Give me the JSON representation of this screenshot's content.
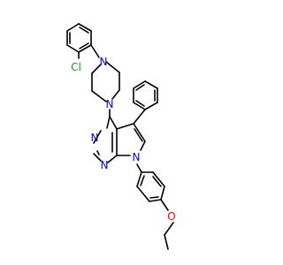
{
  "molecule": {
    "atoms": {
      "chlorine": "Cl",
      "piperazine_n_top": "N",
      "piperazine_n_bottom": "N",
      "pyrimidine_n3": "N",
      "pyrimidine_n1": "N",
      "pyrrole_n7": "N",
      "ether_o": "O"
    },
    "colors": {
      "bond": "#000000",
      "nitrogen": "#0000FF",
      "oxygen": "#FF0000",
      "chlorine": "#00AA00"
    }
  }
}
